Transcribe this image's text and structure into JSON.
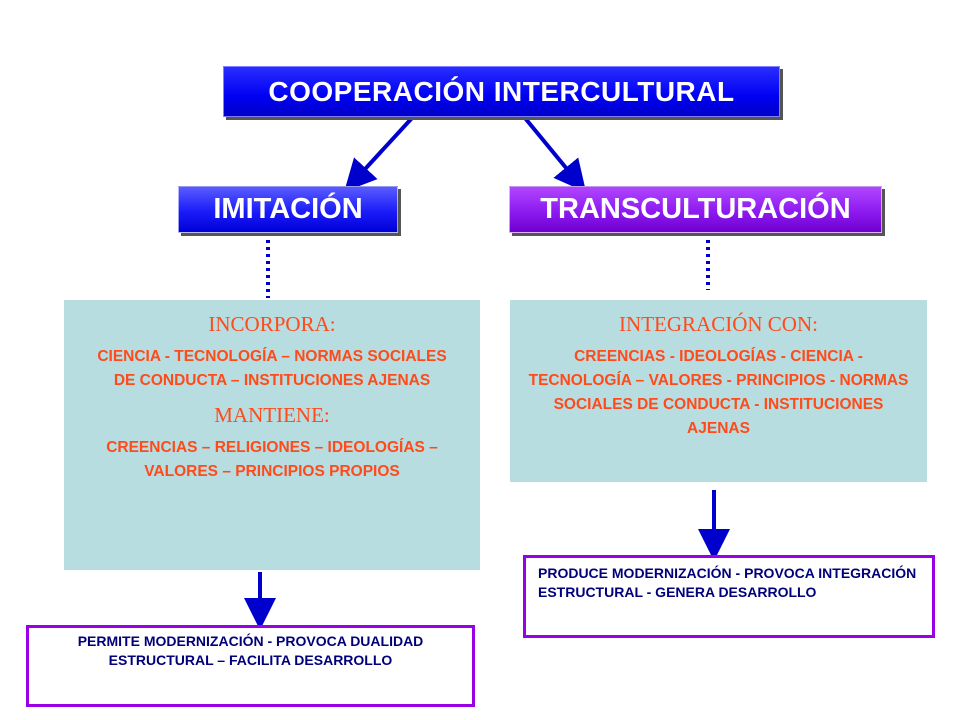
{
  "title": "COOPERACIÓN  INTERCULTURAL",
  "branches": {
    "imitacion": {
      "label": "IMITACIÓN",
      "heading_1": "INCORPORA:",
      "text_1": "CIENCIA - TECNOLOGÍA – NORMAS SOCIALES DE CONDUCTA – INSTITUCIONES AJENAS",
      "heading_2": "MANTIENE:",
      "text_2": "CREENCIAS – RELIGIONES – IDEOLOGÍAS – VALORES – PRINCIPIOS PROPIOS",
      "result": "PERMITE MODERNIZACIÓN - PROVOCA DUALIDAD ESTRUCTURAL – FACILITA DESARROLLO"
    },
    "transculturacion": {
      "label": "TRANSCULTURACIÓN",
      "heading_1": "INTEGRACIÓN CON:",
      "text_1": "CREENCIAS - IDEOLOGÍAS - CIENCIA - TECNOLOGÍA – VALORES - PRINCIPIOS - NORMAS SOCIALES DE CONDUCTA - INSTITUCIONES AJENAS",
      "result": "PRODUCE MODERNIZACIÓN - PROVOCA INTEGRACIÓN ESTRUCTURAL - GENERA DESARROLLO"
    }
  },
  "colors": {
    "title_blue": "#0000f2",
    "imitacion_blue": "#1a1cf8",
    "transculturacion_purple": "#8d1af0",
    "panel_bg": "#b7dde0",
    "panel_text": "#ff4a1a",
    "result_border": "#9a00e6",
    "result_text": "#00007a",
    "connector": "#0000cc"
  }
}
